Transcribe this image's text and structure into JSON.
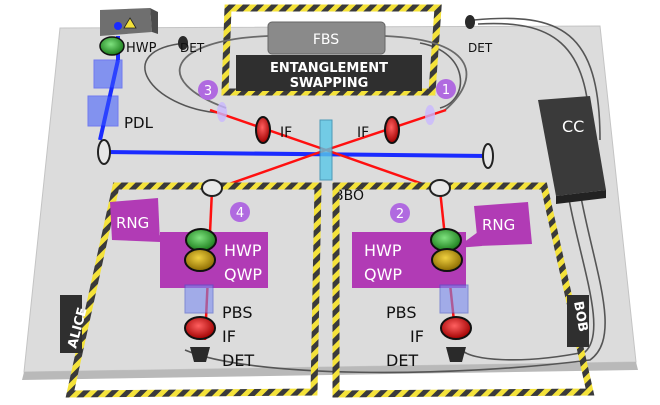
{
  "labels": {
    "hwp_top": "HWP",
    "det_left": "DET",
    "det_right": "DET",
    "fbs": "FBS",
    "ent_line1": "ENTANGLEMENT",
    "ent_line2": "SWAPPING",
    "pdl": "PDL",
    "if_left": "IF",
    "if_right": "IF",
    "bbo": "BBO",
    "cc": "CC",
    "alice": "ALICE",
    "bob": "BOB"
  },
  "ports": [
    "1",
    "2",
    "3",
    "4"
  ],
  "alice": {
    "rng": "RNG",
    "hwp": "HWP",
    "qwp": "QWP",
    "pbs": "PBS",
    "if": "IF",
    "det": "DET"
  },
  "bob": {
    "rng": "RNG",
    "hwp": "HWP",
    "qwp": "QWP",
    "pbs": "PBS",
    "if": "IF",
    "det": "DET"
  },
  "colors": {
    "table": "#dcdcdc",
    "pump_beam": "#1a2bff",
    "photon_beam": "#ff1010",
    "hazard_yellow": "#f4e23a",
    "hazard_dark": "#3a3a3a",
    "magenta_label": "#b13bb5",
    "port_badge": "#b06ae0",
    "hwp_green": "#2fb52f",
    "qwp_gold": "#c9a20a",
    "crystal_cyan": "#58c8e8"
  },
  "icons": [
    "laser-icon",
    "warning-icon",
    "fiber-beam-splitter",
    "coincidence-counter"
  ]
}
